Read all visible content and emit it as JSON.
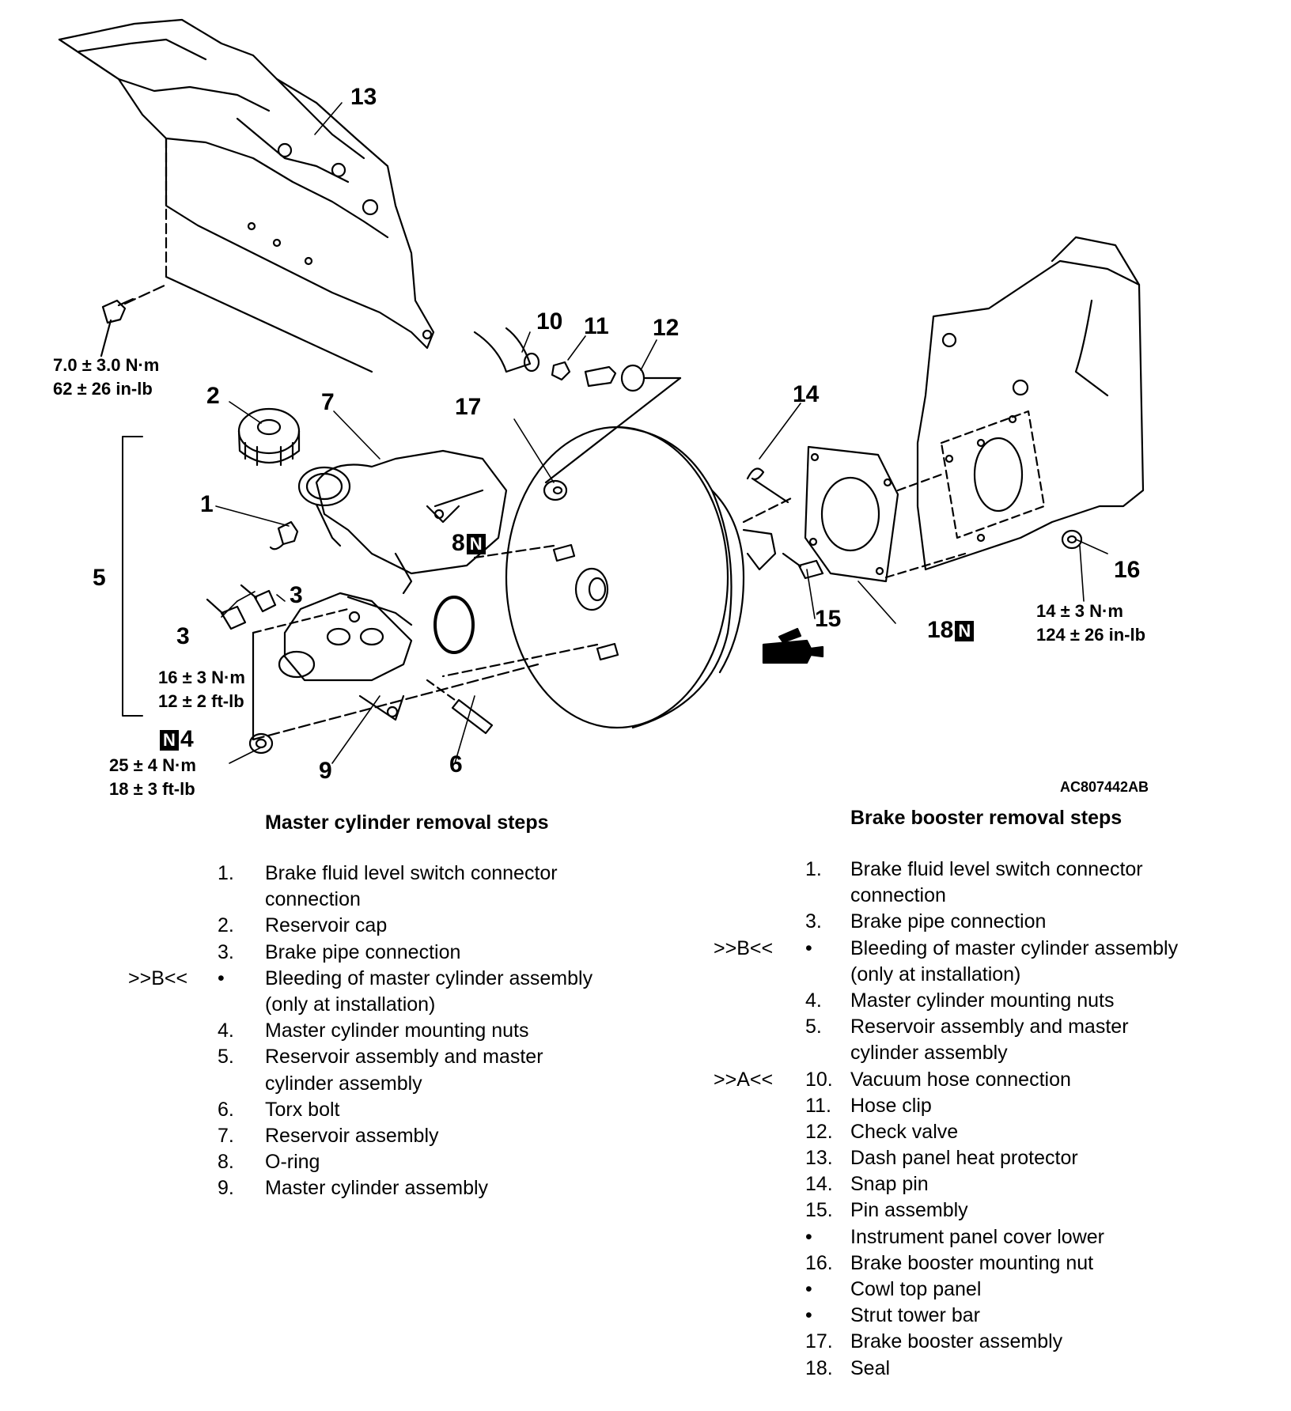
{
  "figure_id": "AC807442AB",
  "callouts": {
    "c1": "1",
    "c2": "2",
    "c3a": "3",
    "c3b": "3",
    "c4": "4",
    "c5": "5",
    "c6": "6",
    "c7": "7",
    "c8": "8",
    "c9": "9",
    "c10": "10",
    "c11": "11",
    "c12": "12",
    "c13": "13",
    "c14": "14",
    "c15": "15",
    "c16": "16",
    "c17": "17",
    "c18": "18"
  },
  "badge": "N",
  "torque": {
    "t13": [
      "7.0 ± 3.0 N·m",
      "62 ± 26 in-lb"
    ],
    "t3": [
      "16 ± 3 N·m",
      "12 ± 2 ft-lb"
    ],
    "t4": [
      "25 ± 4 N·m",
      "18 ± 3 ft-lb"
    ],
    "t16": [
      "14 ± 3 N·m",
      "124 ± 26 in-lb"
    ]
  },
  "master": {
    "title": "Master cylinder removal steps",
    "steps": [
      {
        "code": "",
        "num": "1.",
        "text": "Brake fluid level switch connector connection"
      },
      {
        "code": "",
        "num": "2.",
        "text": "Reservoir cap"
      },
      {
        "code": "",
        "num": "3.",
        "text": "Brake pipe connection"
      },
      {
        "code": ">>B<<",
        "num": "•",
        "text": "Bleeding of master cylinder assembly (only at installation)"
      },
      {
        "code": "",
        "num": "4.",
        "text": "Master cylinder mounting nuts"
      },
      {
        "code": "",
        "num": "5.",
        "text": "Reservoir assembly and master cylinder assembly"
      },
      {
        "code": "",
        "num": "6.",
        "text": "Torx bolt"
      },
      {
        "code": "",
        "num": "7.",
        "text": "Reservoir assembly"
      },
      {
        "code": "",
        "num": "8.",
        "text": "O-ring"
      },
      {
        "code": "",
        "num": "9.",
        "text": "Master cylinder assembly"
      }
    ]
  },
  "booster": {
    "title": "Brake booster removal steps",
    "steps": [
      {
        "code": "",
        "num": "1.",
        "text": "Brake fluid level switch connector connection"
      },
      {
        "code": "",
        "num": "3.",
        "text": "Brake pipe connection"
      },
      {
        "code": ">>B<<",
        "num": "•",
        "text": "Bleeding of master cylinder assembly (only at installation)"
      },
      {
        "code": "",
        "num": "4.",
        "text": "Master cylinder mounting nuts"
      },
      {
        "code": "",
        "num": "5.",
        "text": "Reservoir assembly and master cylinder assembly"
      },
      {
        "code": ">>A<<",
        "num": "10.",
        "text": "Vacuum hose connection"
      },
      {
        "code": "",
        "num": "11.",
        "text": "Hose clip"
      },
      {
        "code": "",
        "num": "12.",
        "text": "Check valve"
      },
      {
        "code": "",
        "num": "13.",
        "text": "Dash panel heat protector"
      },
      {
        "code": "",
        "num": "14.",
        "text": "Snap pin"
      },
      {
        "code": "",
        "num": "15.",
        "text": "Pin assembly"
      },
      {
        "code": "",
        "num": "•",
        "text": "Instrument panel cover lower"
      },
      {
        "code": "",
        "num": "16.",
        "text": "Brake booster mounting nut"
      },
      {
        "code": "",
        "num": "•",
        "text": "Cowl top panel"
      },
      {
        "code": "",
        "num": "•",
        "text": "Strut tower bar"
      },
      {
        "code": "",
        "num": "17.",
        "text": "Brake booster assembly"
      },
      {
        "code": "",
        "num": "18.",
        "text": "Seal"
      }
    ]
  }
}
